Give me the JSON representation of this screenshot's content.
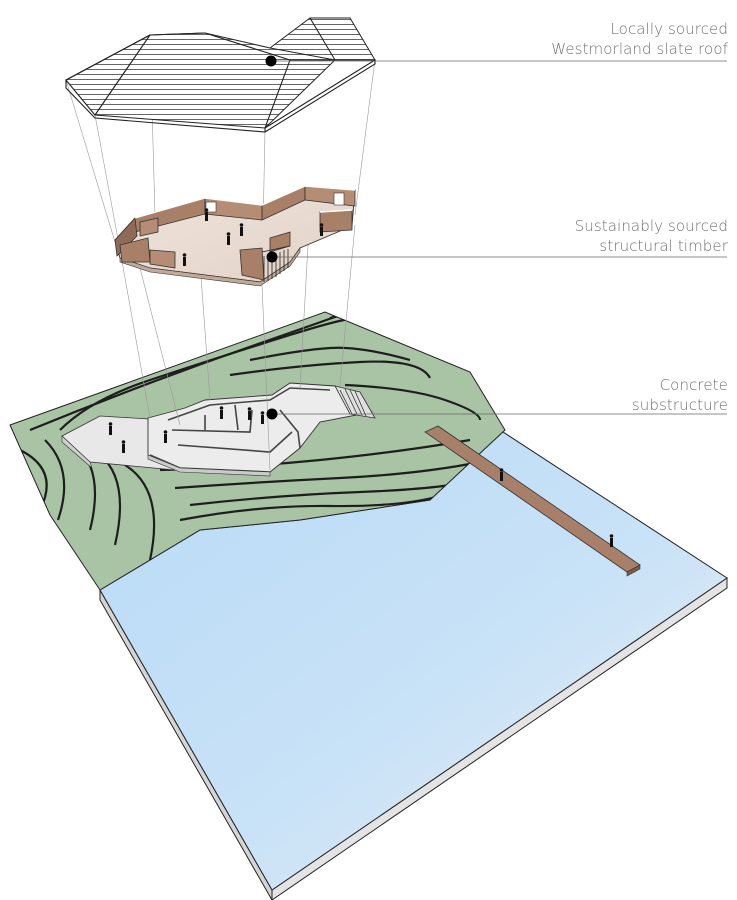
{
  "diagram": {
    "layers": [
      {
        "id": "roof",
        "label_lines": [
          "Locally sourced",
          "Westmorland slate roof"
        ]
      },
      {
        "id": "timber",
        "label_lines": [
          "Sustainably sourced",
          "structural timber"
        ]
      },
      {
        "id": "concrete",
        "label_lines": [
          "Concrete",
          "substructure"
        ]
      }
    ],
    "colors": {
      "terrain": "#a9c4a4",
      "lake": "#c4e0f7",
      "timber": "#a87f67",
      "concrete": "#e8e8e8",
      "leader": "#666666",
      "marker": "#000000"
    }
  }
}
